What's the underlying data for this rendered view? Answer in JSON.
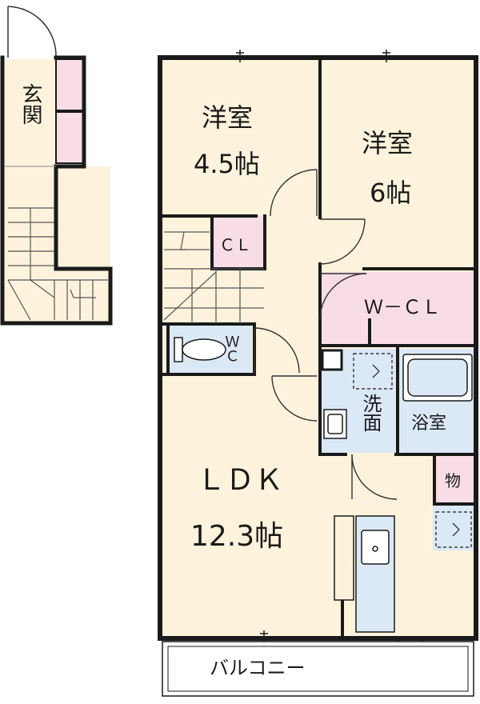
{
  "colors": {
    "wall": "#1a1a1a",
    "floor": "#fdf3dc",
    "storage": "#f9dde6",
    "wet": "#dbe8f5",
    "stair_line": "#555555",
    "balcony": "#ffffff"
  },
  "rooms": {
    "entrance": {
      "label": "玄関"
    },
    "western_a": {
      "label": "洋室",
      "size": "4.5帖"
    },
    "western_b": {
      "label": "洋室",
      "size": "6帖"
    },
    "closet": {
      "label": "ＣＬ"
    },
    "walkin_closet": {
      "label": "Ｗ－ＣＬ"
    },
    "toilet": {
      "label": "ＷＣ"
    },
    "washroom": {
      "label": "洗面"
    },
    "bathroom": {
      "label": "浴室"
    },
    "storage": {
      "label": "物"
    },
    "ldk": {
      "label": "ＬＤＫ",
      "size": "12.3帖"
    },
    "balcony": {
      "label": "バルコニー"
    }
  },
  "icons": {
    "stairs": "stairs-icon",
    "door_swing": "door-swing-icon",
    "toilet": "toilet-icon",
    "bathtub": "bathtub-icon",
    "sink": "sink-icon",
    "washer": "washer-icon",
    "kitchen_sink": "kitchen-sink-icon",
    "window": "window-icon"
  }
}
